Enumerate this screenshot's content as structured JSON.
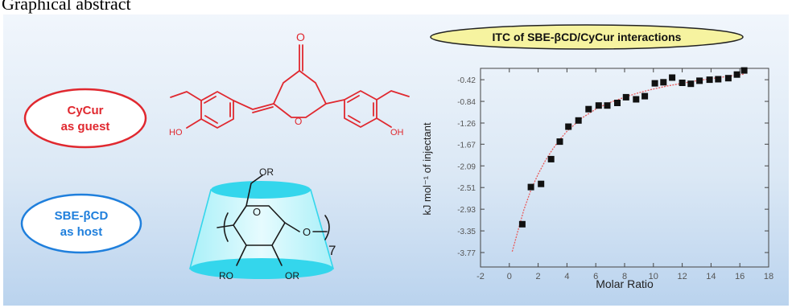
{
  "heading": "Graphical abstract",
  "guest_label": {
    "line1": "CyCur",
    "line2": "as guest",
    "color": "#e0282f"
  },
  "host_label": {
    "line1": "SBE-βCD",
    "line2": "as host",
    "color": "#1f7fdc"
  },
  "curcumin": {
    "o_top": "O",
    "o_ring": "O",
    "oh_left": "HO",
    "oh_right": "OH",
    "color": "#e0282f"
  },
  "cyclodextrin": {
    "or_top": "OR",
    "o_ring": "O",
    "o_link": "O",
    "subscript": "7",
    "ro_bottom": "RO",
    "or_bottom": "OR",
    "cone_color": "#34d6ec"
  },
  "chart_data": {
    "type": "scatter",
    "title": "ITC of SBE-βCD/CyCur interactions",
    "xlabel": "Molar Ratio",
    "ylabel": "kJ mol⁻¹ of injectant",
    "xlim": [
      -2,
      18
    ],
    "ylim": [
      -4.05,
      -0.2
    ],
    "xticks": [
      -2,
      0,
      2,
      4,
      6,
      8,
      10,
      12,
      14,
      16,
      18
    ],
    "yticks": [
      -0.42,
      -0.84,
      -1.26,
      -1.67,
      -2.09,
      -2.51,
      -2.93,
      -3.35,
      -3.77
    ],
    "ytick_labels": [
      "-0.42",
      "-0.84",
      "-1.26",
      "-1.67",
      "-2.09",
      "-2.51",
      "-2.93",
      "-3.35",
      "-3.77"
    ],
    "points": [
      [
        0.9,
        -3.22
      ],
      [
        1.5,
        -2.5
      ],
      [
        2.2,
        -2.44
      ],
      [
        2.9,
        -1.96
      ],
      [
        3.5,
        -1.62
      ],
      [
        4.1,
        -1.33
      ],
      [
        4.8,
        -1.21
      ],
      [
        5.5,
        -0.99
      ],
      [
        6.2,
        -0.92
      ],
      [
        6.8,
        -0.92
      ],
      [
        7.5,
        -0.87
      ],
      [
        8.1,
        -0.76
      ],
      [
        8.8,
        -0.8
      ],
      [
        9.4,
        -0.74
      ],
      [
        10.1,
        -0.49
      ],
      [
        10.7,
        -0.47
      ],
      [
        11.3,
        -0.38
      ],
      [
        12.0,
        -0.48
      ],
      [
        12.6,
        -0.5
      ],
      [
        13.2,
        -0.44
      ],
      [
        13.9,
        -0.42
      ],
      [
        14.5,
        -0.41
      ],
      [
        15.2,
        -0.39
      ],
      [
        15.8,
        -0.32
      ],
      [
        16.3,
        -0.24
      ]
    ],
    "fit": [
      [
        0.2,
        -3.75
      ],
      [
        0.6,
        -3.35
      ],
      [
        1.0,
        -2.95
      ],
      [
        1.5,
        -2.56
      ],
      [
        2.0,
        -2.25
      ],
      [
        2.5,
        -1.99
      ],
      [
        3.0,
        -1.77
      ],
      [
        3.5,
        -1.58
      ],
      [
        4.0,
        -1.42
      ],
      [
        5.0,
        -1.17
      ],
      [
        6.0,
        -0.99
      ],
      [
        7.0,
        -0.86
      ],
      [
        8.0,
        -0.76
      ],
      [
        9.0,
        -0.67
      ],
      [
        10.0,
        -0.6
      ],
      [
        11.0,
        -0.54
      ],
      [
        12.0,
        -0.49
      ],
      [
        13.0,
        -0.44
      ],
      [
        14.0,
        -0.4
      ],
      [
        15.0,
        -0.36
      ],
      [
        16.3,
        -0.31
      ]
    ],
    "marker_color": "#111111",
    "fit_color": "#e85a5a",
    "title_fill": "#f6f3a0"
  }
}
